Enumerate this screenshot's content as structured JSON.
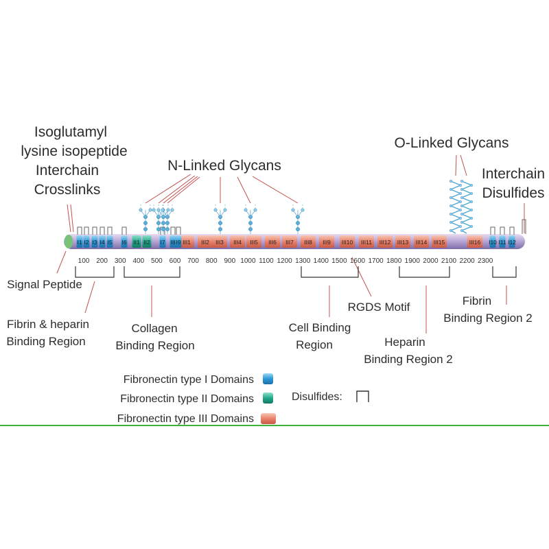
{
  "callouts": {
    "isopeptide": [
      "Isoglutamyl",
      "lysine isopeptide",
      "Interchain",
      "Crosslinks"
    ],
    "n_glycans": "N-Linked Glycans",
    "o_glycans": "O-Linked Glycans",
    "interchain_disulfides": [
      "Interchain",
      "Disulfides"
    ],
    "signal_peptide": "Signal Peptide",
    "fibrin_heparin": [
      "Fibrin & heparin",
      "Binding Region"
    ],
    "collagen": [
      "Collagen",
      "Binding Region"
    ],
    "cell_binding": [
      "Cell Binding",
      "Region"
    ],
    "rgds": "RGDS Motif",
    "heparin2": [
      "Heparin",
      "Binding Region 2"
    ],
    "fibrin2": [
      "Fibrin",
      "Binding Region 2"
    ]
  },
  "scale_ticks": [
    "100",
    "200",
    "300",
    "400",
    "500",
    "600",
    "700",
    "800",
    "900",
    "1000",
    "1100",
    "1200",
    "1300",
    "1400",
    "1500",
    "1600",
    "1700",
    "1800",
    "1900",
    "2000",
    "2100",
    "2200",
    "2300"
  ],
  "domains": {
    "type1": [
      "I1",
      "I2",
      "I3",
      "I4",
      "I5",
      "I6",
      "I7",
      "I8",
      "I9",
      "I10",
      "I11",
      "I12"
    ],
    "type2": [
      "II1",
      "II2"
    ],
    "type3": [
      "III1",
      "III2",
      "III3",
      "III4",
      "III5",
      "III6",
      "III7",
      "III8",
      "III9",
      "III10",
      "III11",
      "III12",
      "III13",
      "III14",
      "III15",
      "III16"
    ]
  },
  "legend": {
    "type1": "Fibronectin type I Domains",
    "type2": "Fibronectin type II Domains",
    "type3": "Fibronectin type III Domains",
    "disulfides": "Disulfides:"
  },
  "colors": {
    "type1": "#3aa7dc",
    "type2": "#2bb39a",
    "type3": "#e8826a",
    "bar_top": "#d9c8e6",
    "bar_bottom": "#8f7fb4",
    "leader": "#c0504d",
    "baseline": "#3bb33b"
  }
}
